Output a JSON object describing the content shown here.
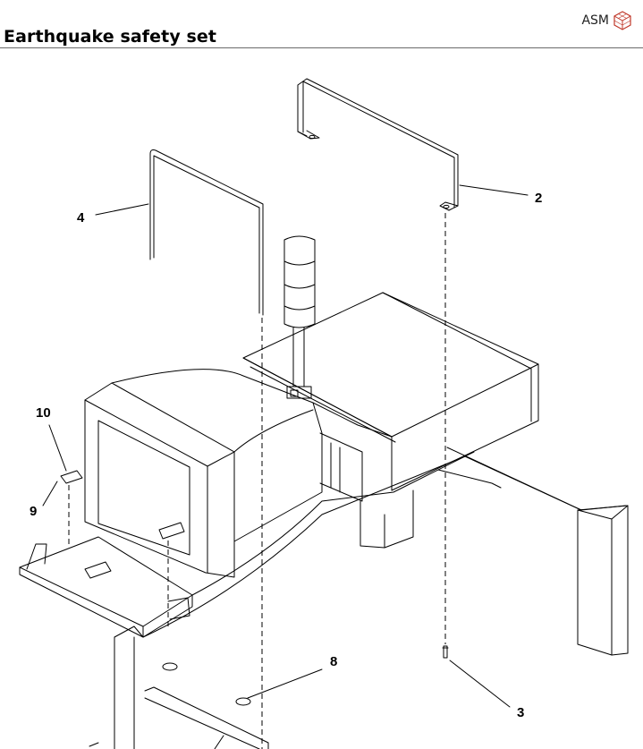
{
  "document": {
    "title": "Earthquake safety set",
    "brand": "ASM"
  },
  "callouts": [
    {
      "id": "2",
      "label": "2"
    },
    {
      "id": "3",
      "label": "3"
    },
    {
      "id": "4",
      "label": "4"
    },
    {
      "id": "8",
      "label": "8"
    },
    {
      "id": "9",
      "label": "9"
    },
    {
      "id": "10",
      "label": "10"
    }
  ],
  "colors": {
    "line": "#000000",
    "logo_accent": "#c0392b"
  }
}
